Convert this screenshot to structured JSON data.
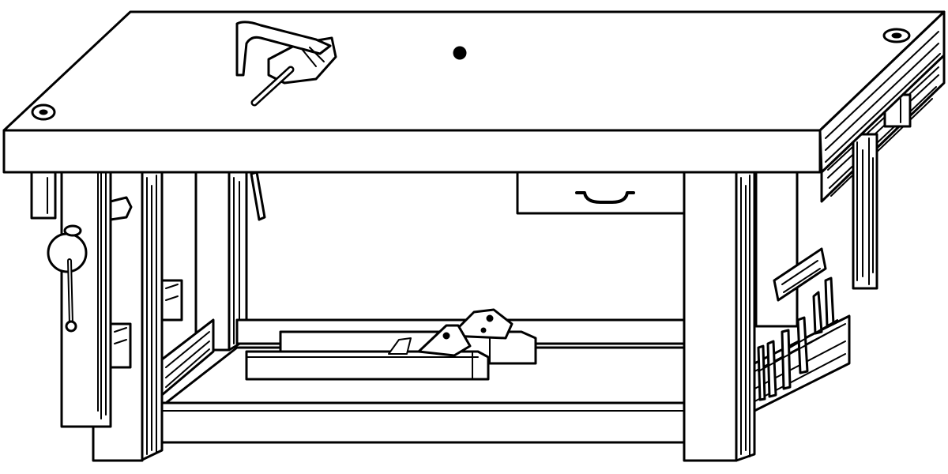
{
  "image": {
    "subject": "woodworking-workbench",
    "style": "black-and-white line engraving",
    "colors": {
      "ink": "#000000",
      "paper": "#ffffff"
    },
    "parts": [
      "bench-top",
      "front-vise",
      "vise-handle",
      "holdfast-clamp",
      "bench-dog-holes",
      "drawer",
      "drawer-pull",
      "legs",
      "lower-shelf",
      "hand-planes",
      "side-tool-rack",
      "chisels"
    ]
  }
}
